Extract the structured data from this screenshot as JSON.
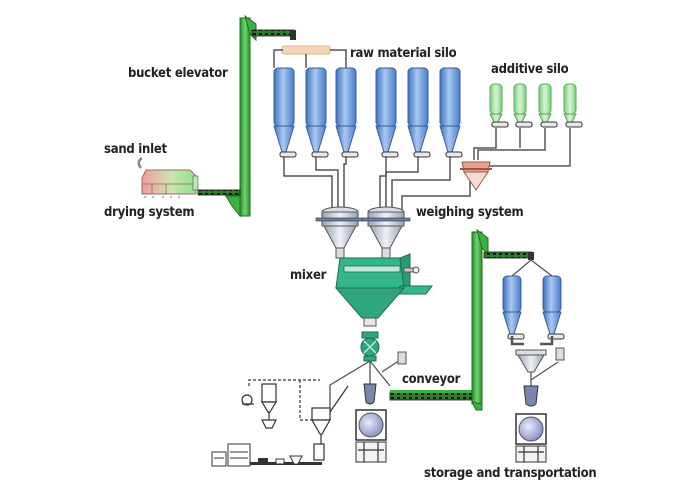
{
  "diagram": {
    "title": "Dry mortar production line",
    "labels": {
      "bucket_elevator": "bucket elevator",
      "raw_material_silo": "raw material silo",
      "additive_silo": "additive silo",
      "sand_inlet": "sand inlet",
      "drying_system": "drying system",
      "weighing_system": "weighing system",
      "mixer": "mixer",
      "conveyor": "conveyor",
      "storage_and_transportation": "storage and transportation"
    },
    "components": {
      "raw_material_silos": 6,
      "additive_silos": 4,
      "storage_silos": 2,
      "weighing_hoppers": 2
    },
    "colors": {
      "elevator_green": "#3cb043",
      "silo_blue": "#5b8fd6",
      "additive_green": "#9be39b",
      "mixer_teal": "#2aa37a",
      "dryer_red": "#f4a3a3",
      "dryer_green": "#9be69b",
      "additive_hopper": "#d98b7a",
      "line": "#555555"
    }
  }
}
